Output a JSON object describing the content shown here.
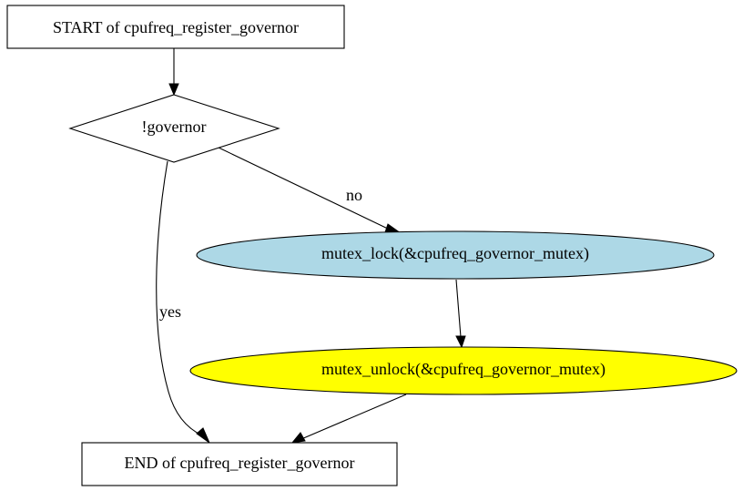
{
  "diagram": {
    "nodes": {
      "start": {
        "label": "START of cpufreq_register_governor",
        "shape": "box",
        "fill": "#ffffff"
      },
      "check": {
        "label": "!governor",
        "shape": "diamond",
        "fill": "#ffffff"
      },
      "lock": {
        "label": "mutex_lock(&cpufreq_governor_mutex)",
        "shape": "ellipse",
        "fill": "#add8e6"
      },
      "unlock": {
        "label": "mutex_unlock(&cpufreq_governor_mutex)",
        "shape": "ellipse",
        "fill": "#ffff00"
      },
      "end": {
        "label": "END of cpufreq_register_governor",
        "shape": "box",
        "fill": "#ffffff"
      }
    },
    "edges": {
      "no": {
        "from": "check",
        "to": "lock",
        "label": "no"
      },
      "yes": {
        "from": "check",
        "to": "end",
        "label": "yes"
      },
      "start_check": {
        "from": "start",
        "to": "check",
        "label": ""
      },
      "lock_unlock": {
        "from": "lock",
        "to": "unlock",
        "label": ""
      },
      "unlock_end": {
        "from": "unlock",
        "to": "end",
        "label": ""
      }
    }
  }
}
